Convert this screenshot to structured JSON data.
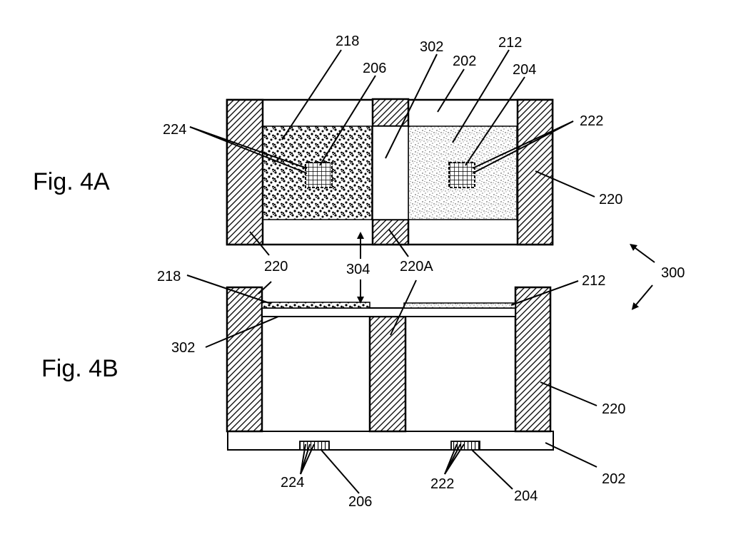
{
  "figures": {
    "fig_4a": "Fig. 4A",
    "fig_4b": "Fig. 4B"
  },
  "fig_4a_labels": {
    "l218": "218",
    "l206": "206",
    "l302": "302",
    "l202": "202",
    "l212": "212",
    "l204": "204",
    "l224": "224",
    "l222": "222",
    "l220_right": "220",
    "l220_left": "220",
    "l304": "304",
    "l220a": "220A"
  },
  "assembly_label": "300",
  "fig_4b_labels": {
    "l218": "218",
    "l212": "212",
    "l302": "302",
    "l220": "220",
    "l202": "202",
    "l224": "224",
    "l206": "206",
    "l222": "222",
    "l204": "204"
  },
  "colors": {
    "ink": "#000000",
    "paper": "#ffffff"
  }
}
